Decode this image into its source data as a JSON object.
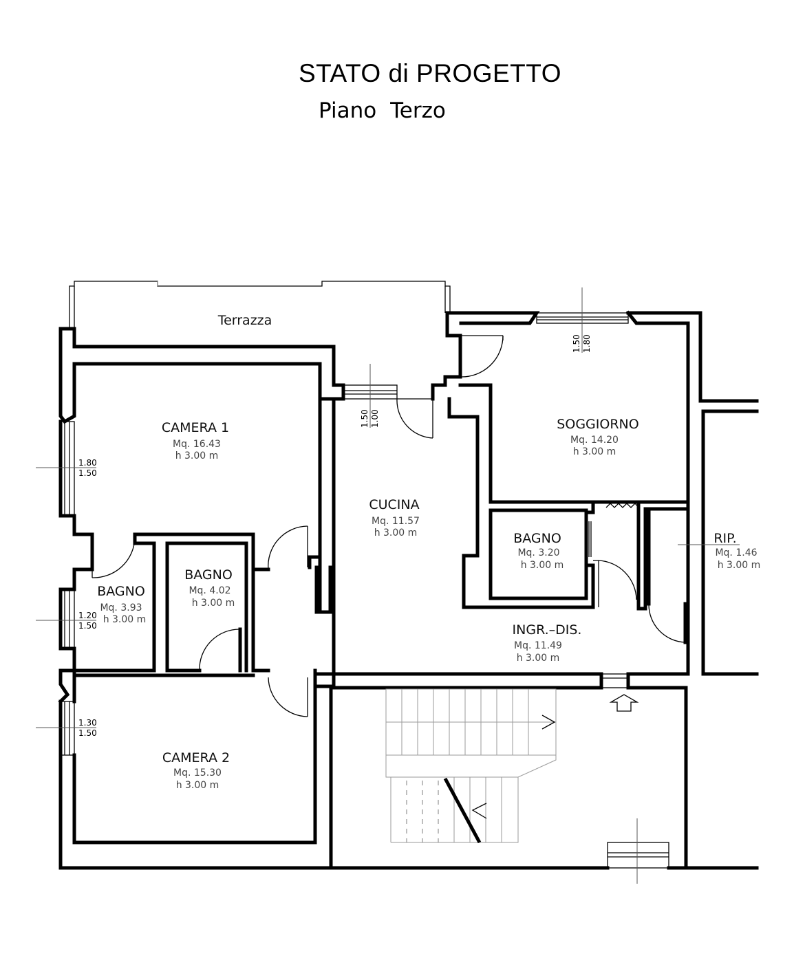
{
  "header": {
    "title": "STATO di PROGETTO",
    "subtitle": "Piano  Terzo"
  },
  "terrace": {
    "label": "Terrazza"
  },
  "rooms": [
    {
      "id": "camera1",
      "name": "CAMERA  1",
      "area": "Mq.  16.43",
      "height": "h  3.00  m"
    },
    {
      "id": "cucina",
      "name": "CUCINA",
      "area": "Mq.  11.57",
      "height": "h  3.00  m"
    },
    {
      "id": "soggiorno",
      "name": "SOGGIORNO",
      "area": "Mq.  14.20",
      "height": "h  3.00  m"
    },
    {
      "id": "bagno1",
      "name": "BAGNO",
      "area": "Mq.  3.93",
      "height": "h  3.00  m"
    },
    {
      "id": "bagno2",
      "name": "BAGNO",
      "area": "Mq.  4.02",
      "height": "h  3.00  m"
    },
    {
      "id": "bagno3",
      "name": "BAGNO",
      "area": "Mq.  3.20",
      "height": "h  3.00  m"
    },
    {
      "id": "rip",
      "name": "RIP.",
      "area": "Mq.  1.46",
      "height": "h  3.00  m"
    },
    {
      "id": "ingr",
      "name": "INGR.–DIS.",
      "area": "Mq.  11.49",
      "height": "h  3.00  m"
    },
    {
      "id": "camera2",
      "name": "CAMERA  2",
      "area": "Mq.  15.30",
      "height": "h  3.00  m"
    }
  ],
  "window_dims": {
    "camera1": {
      "top": "1.80",
      "bottom": "1.50"
    },
    "bagno1": {
      "top": "1.20",
      "bottom": "1.50"
    },
    "camera2": {
      "top": "1.30",
      "bottom": "1.50"
    },
    "cucina": {
      "a": "1.00",
      "b": "1.50"
    },
    "soggiorno": {
      "a": "1.80",
      "b": "1.50"
    }
  }
}
